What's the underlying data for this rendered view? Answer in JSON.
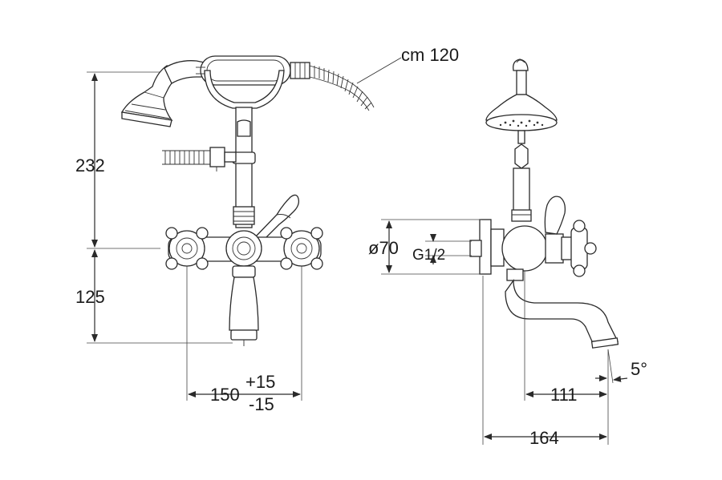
{
  "labels": {
    "hose_length": "cm 120",
    "height_upper": "232",
    "height_lower": "125",
    "width_center": "150",
    "tol_plus": "+15",
    "tol_minus": "-15",
    "diameter": "ø70",
    "thread": "G1/2",
    "spout_reach": "111",
    "overall_depth": "164",
    "angle": "5°"
  },
  "colors": {
    "line": "#2a2a2a",
    "background": "#ffffff"
  }
}
